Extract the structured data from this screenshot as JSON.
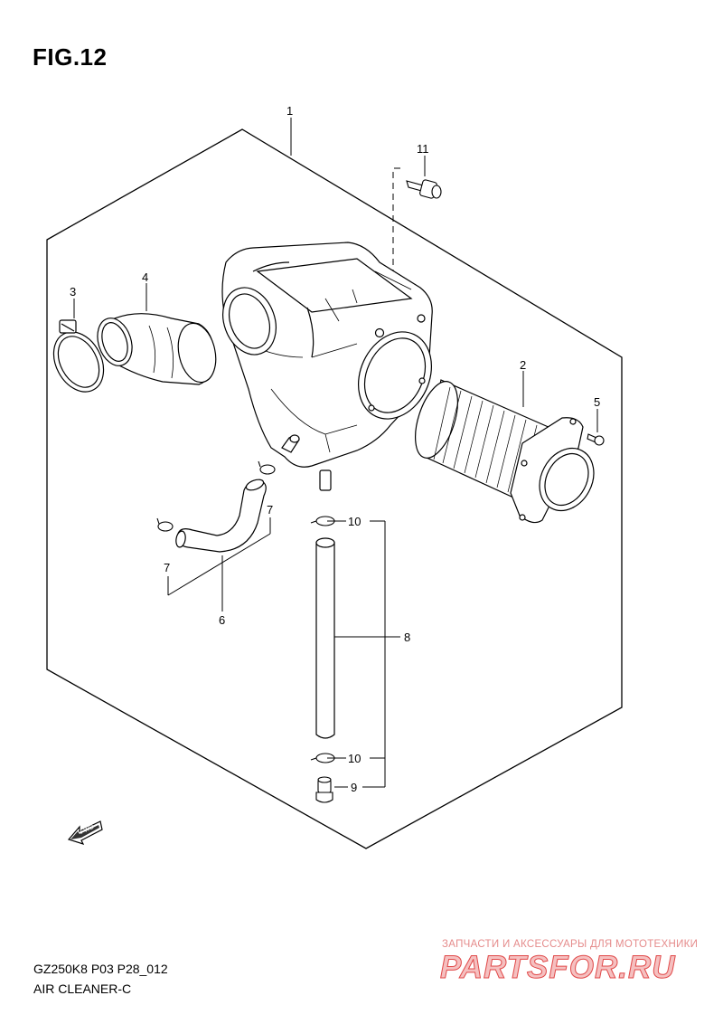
{
  "figure": {
    "title": "FIG.12"
  },
  "callouts": [
    {
      "id": "1",
      "label": "1"
    },
    {
      "id": "2",
      "label": "2"
    },
    {
      "id": "3",
      "label": "3"
    },
    {
      "id": "4",
      "label": "4"
    },
    {
      "id": "5",
      "label": "5"
    },
    {
      "id": "6",
      "label": "6"
    },
    {
      "id": "7a",
      "label": "7"
    },
    {
      "id": "7b",
      "label": "7"
    },
    {
      "id": "8",
      "label": "8"
    },
    {
      "id": "9",
      "label": "9"
    },
    {
      "id": "10a",
      "label": "10"
    },
    {
      "id": "10b",
      "label": "10"
    },
    {
      "id": "11",
      "label": "11"
    }
  ],
  "fwd_arrow": {
    "label": "FWD"
  },
  "footer": {
    "code": "GZ250K8 P03 P28_012",
    "name": "AIR CLEANER-C"
  },
  "watermark": {
    "tagline": "ЗАПЧАСТИ И АКСЕССУАРЫ ДЛЯ МОТОТЕХНИКИ",
    "logo": "PARTSFOR.RU"
  }
}
